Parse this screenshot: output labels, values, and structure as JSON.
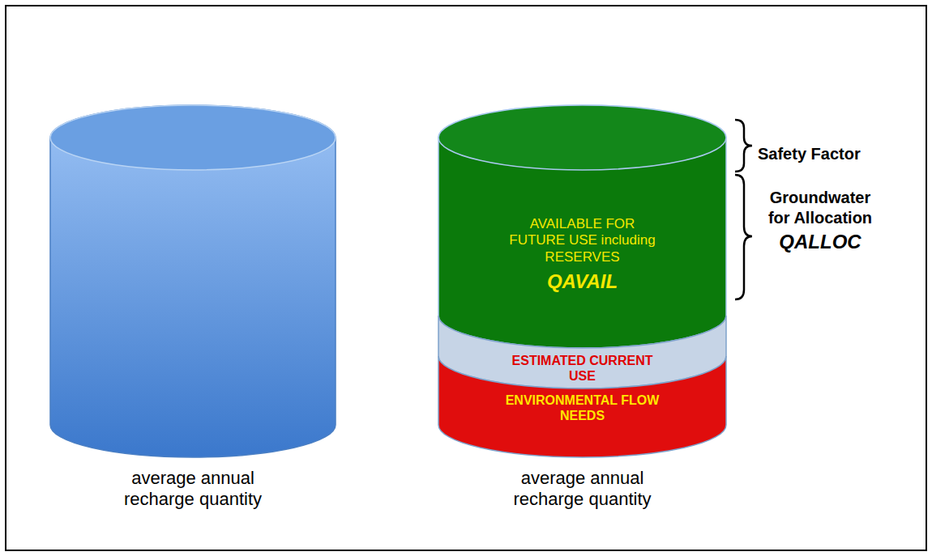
{
  "diagram": {
    "nodes": [
      {
        "text": [
          "average annual recharge quantity"
        ]
      },
      {
        "text": [
          "average annual recharge quantity"
        ]
      },
      {
        "text": [
          "AVAILABLE FOR FUTURE USE including RESERVES",
          "QAVAIL"
        ],
        "in": 1
      },
      {
        "text": [
          "ESTIMATED CURRENT USE"
        ],
        "in": 1
      },
      {
        "text": [
          "ENVIRONMENTAL FLOW NEEDS"
        ],
        "in": 1
      }
    ],
    "labels": [
      "Safety Factor",
      "Groundwater for Allocation",
      "QALLOC"
    ]
  }
}
